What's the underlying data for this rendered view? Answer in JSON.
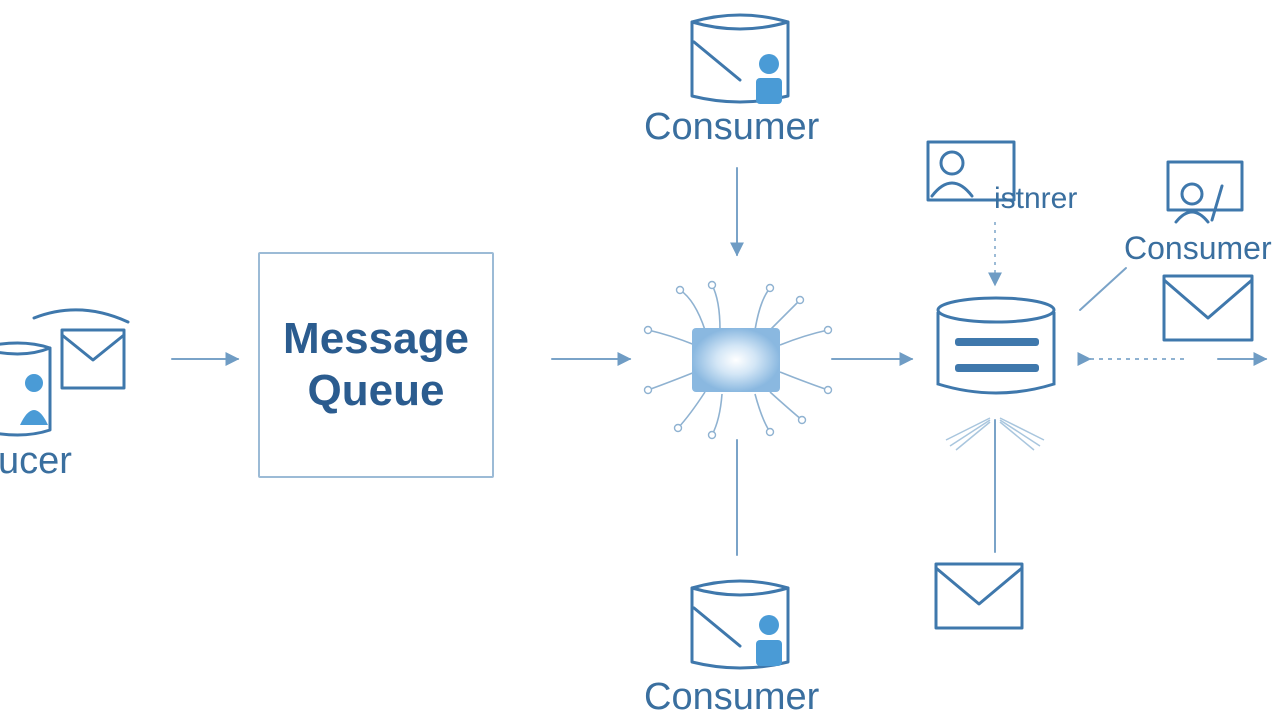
{
  "labels": {
    "producer": "ucer",
    "queue_line1": "Message",
    "queue_line2": "Queue",
    "consumer_top": "Consumer",
    "consumer_bottom": "Consumer",
    "listener": "istnrer",
    "consumer_right": "Consumer"
  },
  "icons": {
    "producer": "envelope-database-person-icon",
    "consumer_top": "envelope-person-icon",
    "consumer_bottom": "envelope-person-icon",
    "hub": "network-hub-icon",
    "listener": "person-card-icon",
    "storage": "database-icon",
    "consumer_right": "user-monitor-icon",
    "mail_right": "envelope-icon",
    "mail_bottom": "envelope-icon"
  },
  "colors": {
    "primary": "#3f78ac",
    "text": "#3a6f9f",
    "title": "#2b5c8f",
    "accent": "#4a9bd6",
    "line": "#7aa3c8"
  }
}
